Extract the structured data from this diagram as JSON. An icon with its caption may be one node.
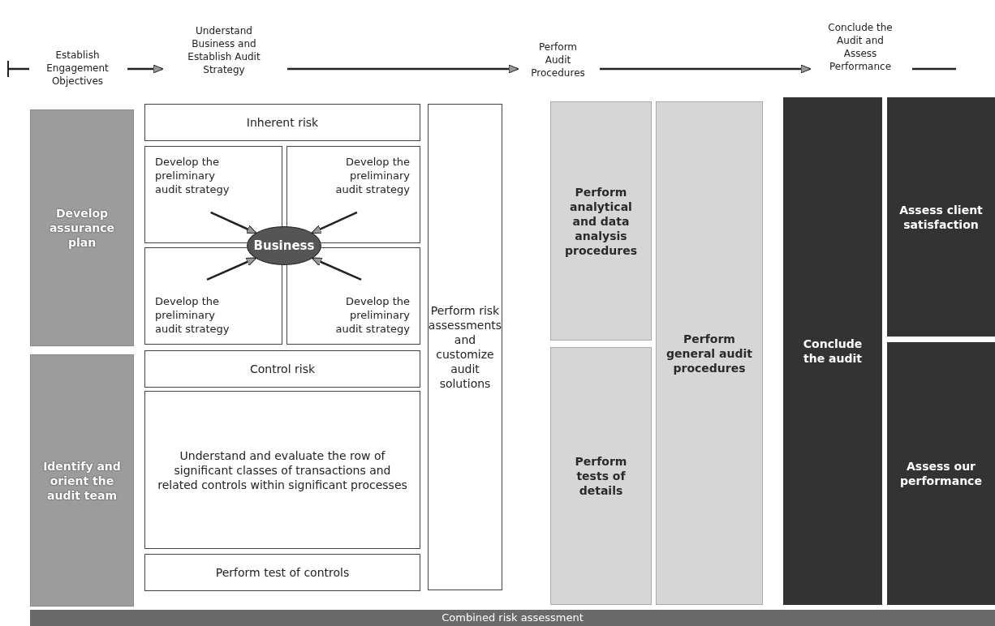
{
  "diagram": {
    "nodes": [
      {
        "text": [
          "Establish Engagement Objectives"
        ]
      },
      {
        "text": [
          "Understand Business and Establish Audit Strategy"
        ]
      },
      {
        "text": [
          "Perform Audit Procedures"
        ]
      },
      {
        "text": [
          "Conclude the Audit and Assess Performance"
        ]
      },
      {
        "text": [
          "Develop assurance plan"
        ]
      },
      {
        "text": [
          "Identify and orient the audit team"
        ]
      },
      {
        "text": [
          "Inherent risk"
        ]
      },
      {
        "text": [
          "Develop the preliminary audit strategy"
        ]
      },
      {
        "text": [
          "Develop the preliminary audit strategy"
        ]
      },
      {
        "text": [
          "Develop the preliminary audit strategy"
        ]
      },
      {
        "text": [
          "Develop the preliminary audit strategy"
        ]
      },
      {
        "text": [
          "Business"
        ]
      },
      {
        "text": [
          "Control risk"
        ]
      },
      {
        "text": [
          "Understand and evaluate the row of significant classes of transactions and related controls within significant processes"
        ]
      },
      {
        "text": [
          "Perform test of controls"
        ]
      },
      {
        "text": [
          "Perform risk assessments and customize audit solutions"
        ]
      },
      {
        "text": [
          "Perform analytical and data analysis procedures"
        ]
      },
      {
        "text": [
          "Perform tests of details"
        ]
      },
      {
        "text": [
          "Perform general audit procedures"
        ]
      },
      {
        "text": [
          "Conclude the audit"
        ]
      },
      {
        "text": [
          "Assess client satisfaction"
        ]
      },
      {
        "text": [
          "Assess our performance"
        ]
      },
      {
        "text": [
          "Combined risk assessment"
        ]
      }
    ],
    "edges": [
      {
        "from": null,
        "to": 0,
        "arrow": "other"
      },
      {
        "from": 0,
        "to": 1,
        "arrow": "to"
      },
      {
        "from": 1,
        "to": 2,
        "arrow": "to"
      },
      {
        "from": 2,
        "to": 3,
        "arrow": "to"
      },
      {
        "from": 3,
        "to": null,
        "arrow": "none"
      },
      {
        "from": 7,
        "to": 11,
        "arrow": "to"
      },
      {
        "from": 8,
        "to": 11,
        "arrow": "to"
      },
      {
        "from": 9,
        "to": 11,
        "arrow": "to"
      },
      {
        "from": 10,
        "to": 11,
        "arrow": "to"
      }
    ]
  }
}
